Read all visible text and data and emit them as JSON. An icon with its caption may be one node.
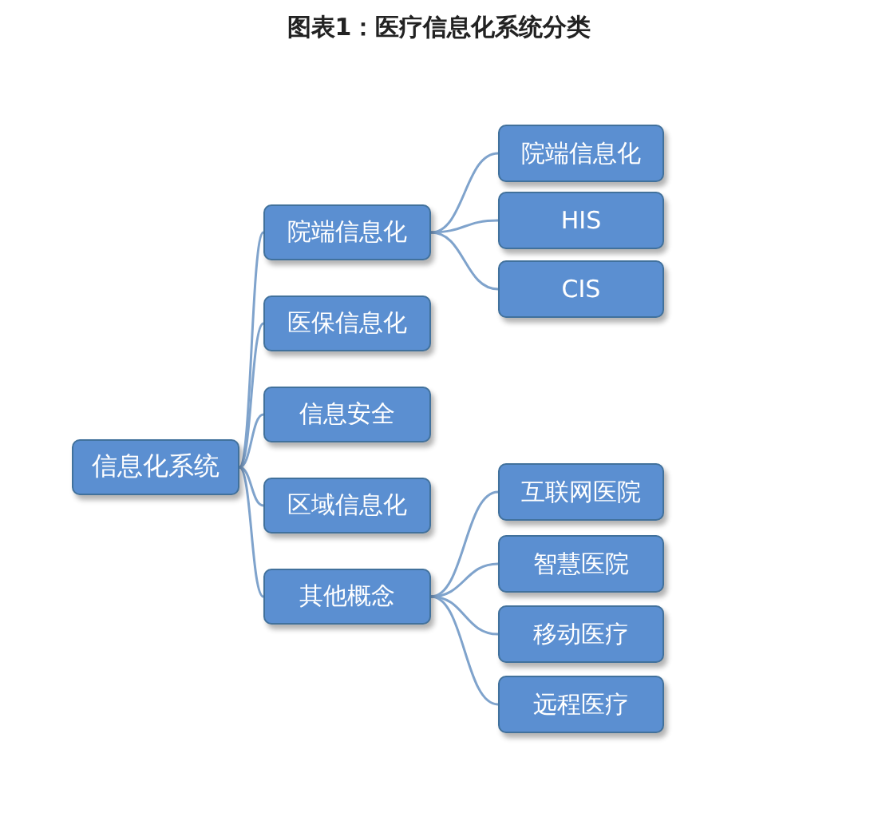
{
  "diagram": {
    "title": "图表1：医疗信息化系统分类",
    "nodes": [
      {
        "text": [
          "信息化系统"
        ]
      },
      {
        "text": [
          "院端信息化"
        ]
      },
      {
        "text": [
          "医保信息化"
        ]
      },
      {
        "text": [
          "信息安全"
        ]
      },
      {
        "text": [
          "区域信息化"
        ]
      },
      {
        "text": [
          "其他概念"
        ]
      },
      {
        "text": [
          "院端信息化"
        ]
      },
      {
        "text": [
          "HIS"
        ]
      },
      {
        "text": [
          "CIS"
        ]
      },
      {
        "text": [
          "互联网医院"
        ]
      },
      {
        "text": [
          "智慧医院"
        ]
      },
      {
        "text": [
          "移动医疗"
        ]
      },
      {
        "text": [
          "远程医疗"
        ]
      }
    ],
    "edges": [
      {
        "from": 0,
        "to": 1,
        "arrow": "none"
      },
      {
        "from": 0,
        "to": 2,
        "arrow": "none"
      },
      {
        "from": 0,
        "to": 3,
        "arrow": "none"
      },
      {
        "from": 0,
        "to": 4,
        "arrow": "none"
      },
      {
        "from": 0,
        "to": 5,
        "arrow": "none"
      },
      {
        "from": 1,
        "to": 6,
        "arrow": "none"
      },
      {
        "from": 1,
        "to": 7,
        "arrow": "none"
      },
      {
        "from": 1,
        "to": 8,
        "arrow": "none"
      },
      {
        "from": 5,
        "to": 9,
        "arrow": "none"
      },
      {
        "from": 5,
        "to": 10,
        "arrow": "none"
      },
      {
        "from": 5,
        "to": 11,
        "arrow": "none"
      },
      {
        "from": 5,
        "to": 12,
        "arrow": "none"
      }
    ]
  }
}
